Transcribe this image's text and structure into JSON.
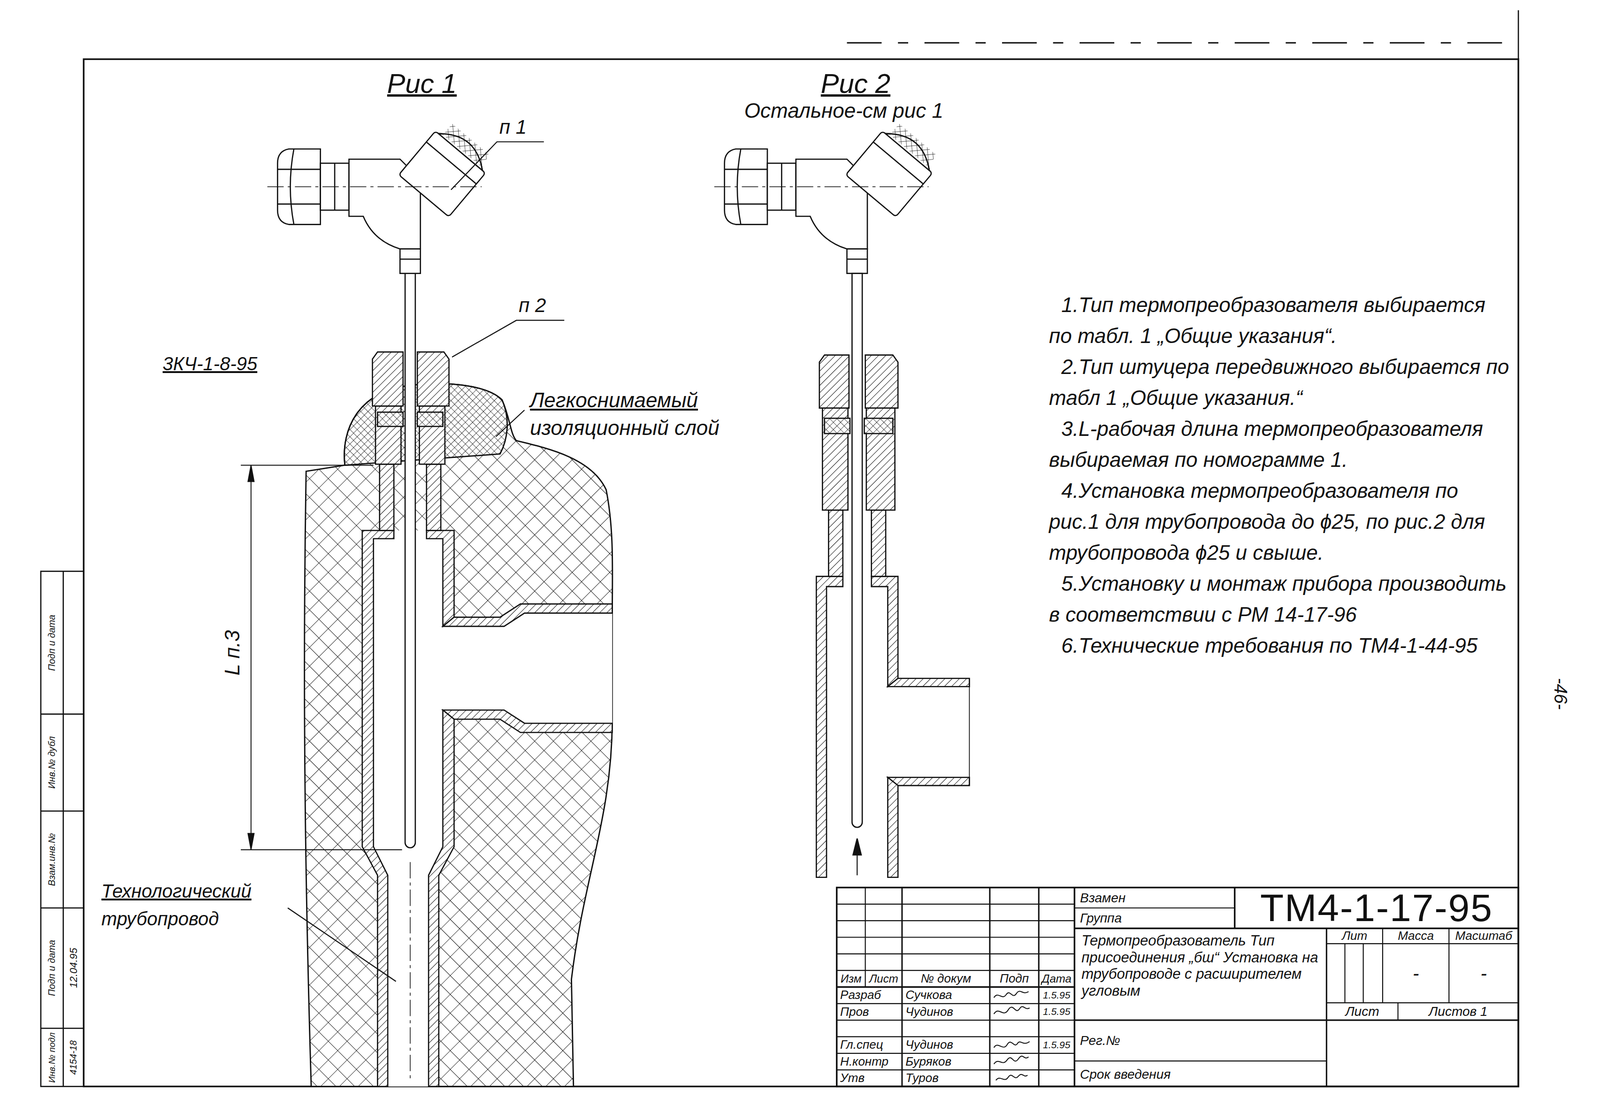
{
  "diagram": {
    "labels": [
      "Рис 1",
      "Рис 2",
      "Остальное-см рис 1",
      "п 1",
      "п 2",
      "3КЧ-1-8-95",
      "Легкоснимаемый",
      "изоляционный слой",
      "L п.3",
      "Технологический",
      "трубопровод",
      "1.Тип термопреобразователя выбирается по табл. 1 „Общие указания“.",
      "2.Тип штуцера передвижного выбирается по табл 1 „Общие указания.“",
      "3.L-рабочая длина термопреобразователя выбираемая по номограмме 1.",
      "4.Установка термопреобразователя по рис.1 для трубопровода до ϕ25, по рис.2 для трубопровода ϕ25 и свыше.",
      "5.Установку и монтаж прибора производить в соответствии с РМ 14-17-96",
      "6.Технические требования по ТМ4-1-44-95",
      "-46-",
      "Взамен",
      "Группа",
      "ТМ4-1-17-95",
      "Термопреобразователь Тип присоединения „бш“ Установка на трубопроводе с расширителем угловым",
      "Лит",
      "Масса",
      "Масштаб",
      "-",
      "-",
      "Лист",
      "Листов 1",
      "Изм",
      "Лист",
      "№ докум",
      "Подп",
      "Дата",
      "Разраб",
      "Сучкова",
      "1.5.95",
      "Пров",
      "Чудинов",
      "1.5.95",
      "Гл.спец",
      "Чудинов",
      "1.5.95",
      "Н.контр",
      "Буряков",
      "Утв",
      "Туров",
      "Рег.№",
      "Срок введения",
      "Инв.№ подл",
      "Подп и дата",
      "Взам.инв.№",
      "Инв.№ дубл",
      "Подп и дата",
      "4154-18",
      "12.04.95"
    ]
  }
}
